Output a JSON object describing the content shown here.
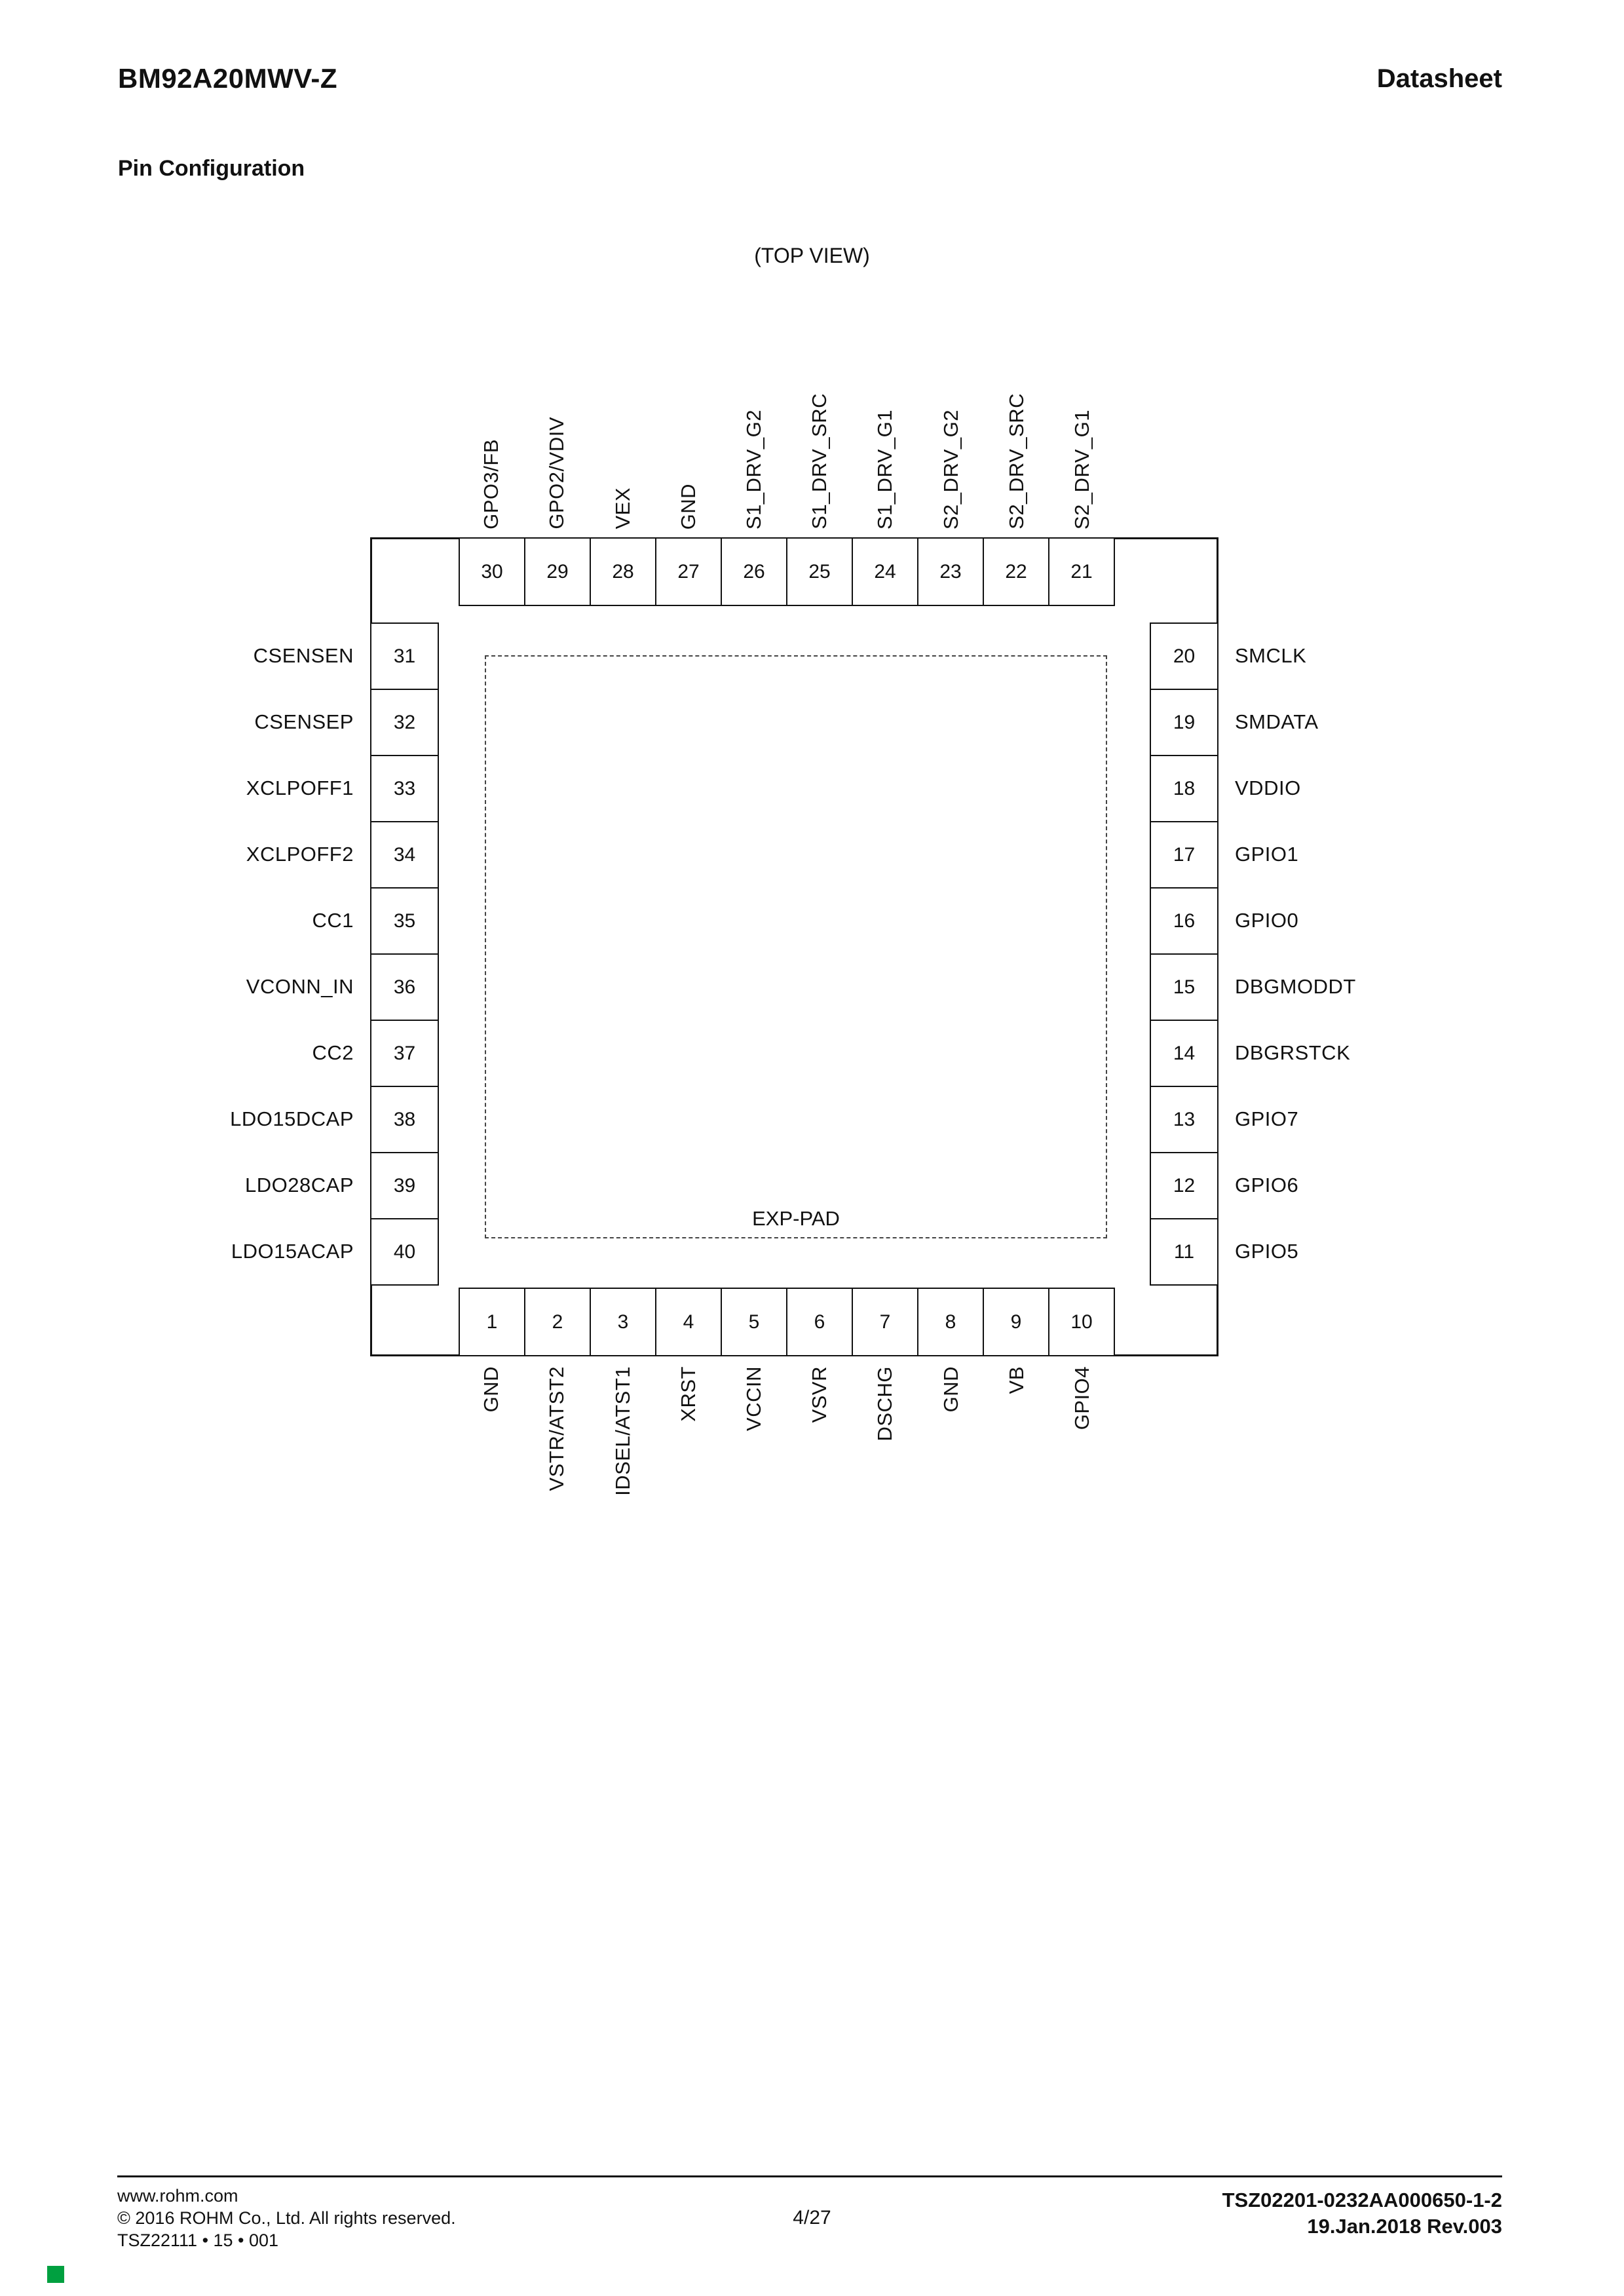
{
  "header": {
    "part_number": "BM92A20MWV-Z",
    "doc_type": "Datasheet"
  },
  "section": {
    "title": "Pin Configuration"
  },
  "diagram": {
    "view_label": "(TOP VIEW)",
    "exp_pad_label": "EXP-PAD",
    "pins": {
      "top": [
        {
          "num": "30",
          "label": "GPO3/FB"
        },
        {
          "num": "29",
          "label": "GPO2/VDIV"
        },
        {
          "num": "28",
          "label": "VEX"
        },
        {
          "num": "27",
          "label": "GND"
        },
        {
          "num": "26",
          "label": "S1_DRV_G2"
        },
        {
          "num": "25",
          "label": "S1_DRV_SRC"
        },
        {
          "num": "24",
          "label": "S1_DRV_G1"
        },
        {
          "num": "23",
          "label": "S2_DRV_G2"
        },
        {
          "num": "22",
          "label": "S2_DRV_SRC"
        },
        {
          "num": "21",
          "label": "S2_DRV_G1"
        }
      ],
      "left": [
        {
          "num": "31",
          "label": "CSENSEN"
        },
        {
          "num": "32",
          "label": "CSENSEP"
        },
        {
          "num": "33",
          "label": "XCLPOFF1"
        },
        {
          "num": "34",
          "label": "XCLPOFF2"
        },
        {
          "num": "35",
          "label": "CC1"
        },
        {
          "num": "36",
          "label": "VCONN_IN"
        },
        {
          "num": "37",
          "label": "CC2"
        },
        {
          "num": "38",
          "label": "LDO15DCAP"
        },
        {
          "num": "39",
          "label": "LDO28CAP"
        },
        {
          "num": "40",
          "label": "LDO15ACAP"
        }
      ],
      "right": [
        {
          "num": "20",
          "label": "SMCLK"
        },
        {
          "num": "19",
          "label": "SMDATA"
        },
        {
          "num": "18",
          "label": "VDDIO"
        },
        {
          "num": "17",
          "label": "GPIO1"
        },
        {
          "num": "16",
          "label": "GPIO0"
        },
        {
          "num": "15",
          "label": "DBGMODDT"
        },
        {
          "num": "14",
          "label": "DBGRSTCK"
        },
        {
          "num": "13",
          "label": "GPIO7"
        },
        {
          "num": "12",
          "label": "GPIO6"
        },
        {
          "num": "11",
          "label": "GPIO5"
        }
      ],
      "bottom": [
        {
          "num": "1",
          "label": "GND"
        },
        {
          "num": "2",
          "label": "VSTR/ATST2"
        },
        {
          "num": "3",
          "label": "IDSEL/ATST1"
        },
        {
          "num": "4",
          "label": "XRST"
        },
        {
          "num": "5",
          "label": "VCCIN"
        },
        {
          "num": "6",
          "label": "VSVR"
        },
        {
          "num": "7",
          "label": "DSCHG"
        },
        {
          "num": "8",
          "label": "GND"
        },
        {
          "num": "9",
          "label": "VB"
        },
        {
          "num": "10",
          "label": "GPIO4"
        }
      ]
    }
  },
  "footer": {
    "website": "www.rohm.com",
    "copyright": "© 2016 ROHM Co., Ltd. All rights reserved.",
    "doc_code": "TSZ22111 • 15 • 001",
    "page": "4/27",
    "ref_number": "TSZ02201-0232AA000650-1-2",
    "revision": "19.Jan.2018 Rev.003",
    "mark_color": "#00a040"
  }
}
